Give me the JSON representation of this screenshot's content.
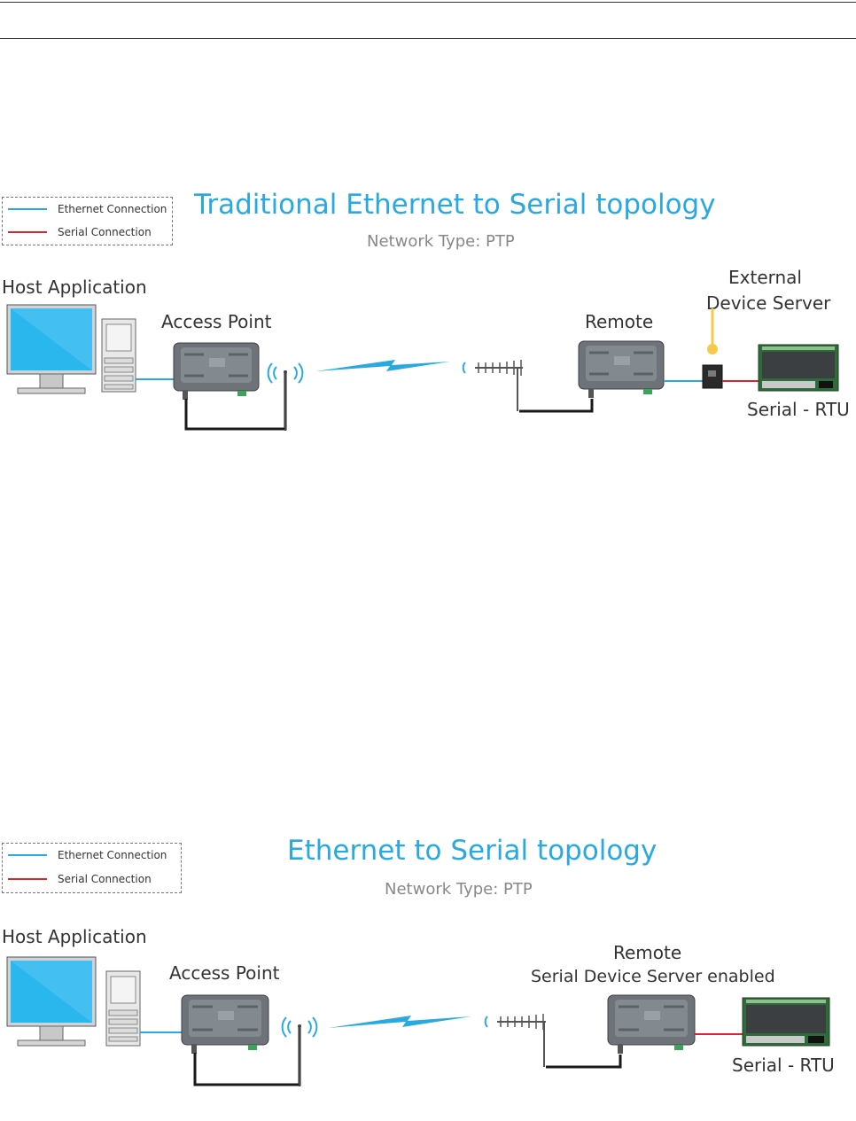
{
  "colors": {
    "accent": "#29a9e0",
    "ethernet": "#29a9e0",
    "serial": "#d9232d",
    "device_server_lead": "#f7c948"
  },
  "diagrams": [
    {
      "legend": {
        "ethernet": "Ethernet Connection",
        "serial": "Serial Connection"
      },
      "title": "Traditional Ethernet to Serial topology",
      "network_type": "Network Type: PTP",
      "labels": {
        "host": "Host Application",
        "access_point": "Access Point",
        "remote": "Remote",
        "device_server_line1": "External",
        "device_server_line2": "Device Server",
        "rtu": "Serial - RTU"
      }
    },
    {
      "legend": {
        "ethernet": "Ethernet Connection",
        "serial": "Serial Connection"
      },
      "title": "Ethernet to Serial topology",
      "network_type": "Network Type: PTP",
      "labels": {
        "host": "Host Application",
        "access_point": "Access Point",
        "remote_line1": "Remote",
        "remote_line2": "Serial Device Server enabled",
        "rtu": "Serial - RTU"
      }
    }
  ],
  "icons": [
    "monitor-icon",
    "pc-tower-icon",
    "radio-device-icon",
    "omni-antenna-icon",
    "yagi-antenna-icon",
    "rf-link-icon",
    "device-server-icon",
    "rtu-icon"
  ]
}
